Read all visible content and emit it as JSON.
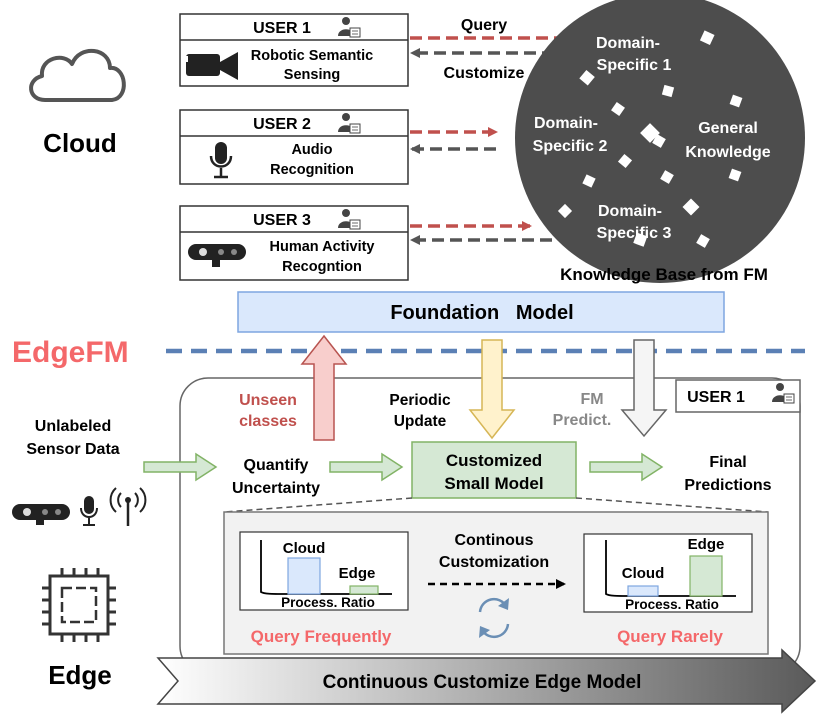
{
  "cloud_label": "Cloud",
  "edge_label": "Edge",
  "edgefm_label": "EdgeFM",
  "users": [
    {
      "name": "USER 1",
      "task_line1": "Robotic Semantic",
      "task_line2": "Sensing"
    },
    {
      "name": "USER 2",
      "task_line1": "Audio",
      "task_line2": "Recognition"
    },
    {
      "name": "USER 3",
      "task_line1": "Human Activity",
      "task_line2": "Recogntion"
    }
  ],
  "arrow_labels": {
    "query": "Query",
    "customize": "Customize"
  },
  "knowledge_base": {
    "caption": "Knowledge Base from FM",
    "domain1_line1": "Domain-",
    "domain1_line2": "Specific 1",
    "domain2_line1": "Domain-",
    "domain2_line2": "Specific 2",
    "domain3_line1": "Domain-",
    "domain3_line2": "Specific 3",
    "general_line1": "General",
    "general_line2": "Knowledge"
  },
  "foundation_model": "Foundation   Model",
  "flow": {
    "unseen_line1": "Unseen",
    "unseen_line2": "classes",
    "periodic_line1": "Periodic",
    "periodic_line2": "Update",
    "fm_line1": "FM",
    "fm_line2": "Predict.",
    "edge_user": "USER 1",
    "sensor_line1": "Unlabeled",
    "sensor_line2": "Sensor Data",
    "quantify_line1": "Quantify",
    "quantify_line2": "Uncertainty",
    "small_line1": "Customized",
    "small_line2": "Small Model",
    "final_line1": "Final",
    "final_line2": "Predictions"
  },
  "bottom_panel": {
    "left_chart": {
      "bar1_label": "Cloud",
      "bar2_label": "Edge",
      "axis_label": "Process. Ratio"
    },
    "right_chart": {
      "bar1_label": "Cloud",
      "bar2_label": "Edge",
      "axis_label": "Process. Ratio"
    },
    "middle_line1": "Continous",
    "middle_line2": "Customization",
    "left_caption": "Query Frequently",
    "right_caption": "Query Rarely"
  },
  "bottom_arrow": "Continuous Customize Edge Model",
  "colors": {
    "red": "#c0504d",
    "salmon": "#f4686a",
    "gray_dark": "#555555",
    "blue_dash": "#5b80b5",
    "fm_fill": "#dae8fc",
    "fm_stroke": "#7ea6e0",
    "green_fill": "#d5e8d4",
    "green_stroke": "#82b366",
    "yellow_fill": "#fff2cc",
    "yellow_stroke": "#d6b656",
    "red_fill": "#f8cecc",
    "red_stroke": "#b85450"
  }
}
